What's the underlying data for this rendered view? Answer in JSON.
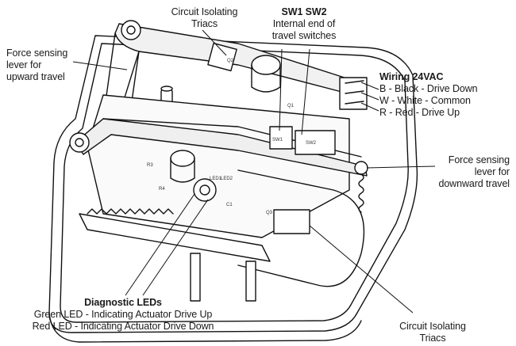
{
  "labels": {
    "force_up": [
      "Force sensing",
      "lever for",
      "upward travel"
    ],
    "triacs_top": [
      "Circuit Isolating",
      "Triacs"
    ],
    "switches_head": "SW1  SW2",
    "switches": [
      "Internal end of",
      "travel switches"
    ],
    "wiring_head": "Wiring 24VAC",
    "wiring": [
      "B - Black - Drive Down",
      "W - White - Common",
      "R - Red - Drive Up"
    ],
    "force_down": [
      "Force sensing",
      "lever for",
      "downward travel"
    ],
    "leds_head": "Diagnostic LEDs",
    "leds": [
      "Green LED - Indicating Actuator Drive Up",
      "Red LED - Indicating Actuator Drive Down"
    ],
    "triacs_bottom": [
      "Circuit Isolating",
      "Triacs"
    ]
  },
  "board_marks": [
    "Q2",
    "Q1",
    "LED1",
    "LED2",
    "R3",
    "R4",
    "C1",
    "Q3",
    "SW1",
    "SW2"
  ]
}
